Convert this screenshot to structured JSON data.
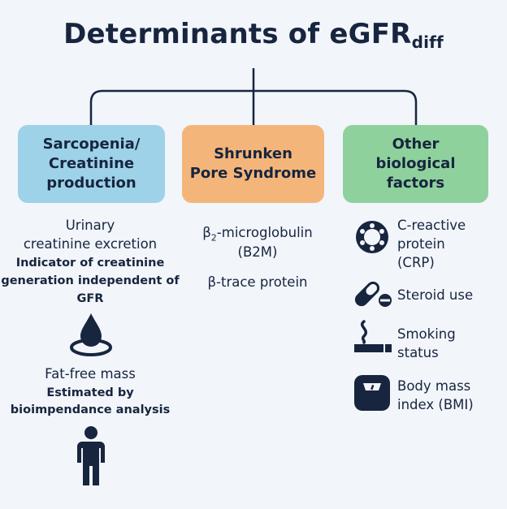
{
  "title": {
    "main": "Determinants of eGFR",
    "subscript": "diff"
  },
  "boxes": [
    {
      "label": "Sarcopenia/\nCreatinine\nproduction",
      "color": "#9dd2e8"
    },
    {
      "label": "Shrunken\nPore Syndrome",
      "color": "#f4b57a"
    },
    {
      "label": "Other\nbiological\nfactors",
      "color": "#8fd19c"
    }
  ],
  "sarcopenia": {
    "urinary_title": "Urinary\ncreatinine excretion",
    "urinary_desc": "Indicator of creatinine\ngeneration independent of\nGFR",
    "fatfree_title": "Fat-free mass",
    "fatfree_desc": "Estimated by\nbioimpendance analysis",
    "icons": [
      "droplet-icon",
      "person-icon"
    ]
  },
  "shrunken": {
    "b2m_prefix": "β",
    "b2m_sub": "2",
    "b2m_rest": "-microglobulin",
    "b2m_abbr": "(B2M)",
    "beta_trace": "β-trace protein"
  },
  "other_factors": [
    {
      "icon": "crp-molecule-icon",
      "label": "C-reactive\nprotein\n(CRP)"
    },
    {
      "icon": "pill-icon",
      "label": "Steroid use"
    },
    {
      "icon": "cigarette-icon",
      "label": "Smoking\nstatus"
    },
    {
      "icon": "scale-icon",
      "label": "Body mass\nindex (BMI)"
    }
  ],
  "colors": {
    "text": "#17253f",
    "background": "#f2f5fa"
  }
}
